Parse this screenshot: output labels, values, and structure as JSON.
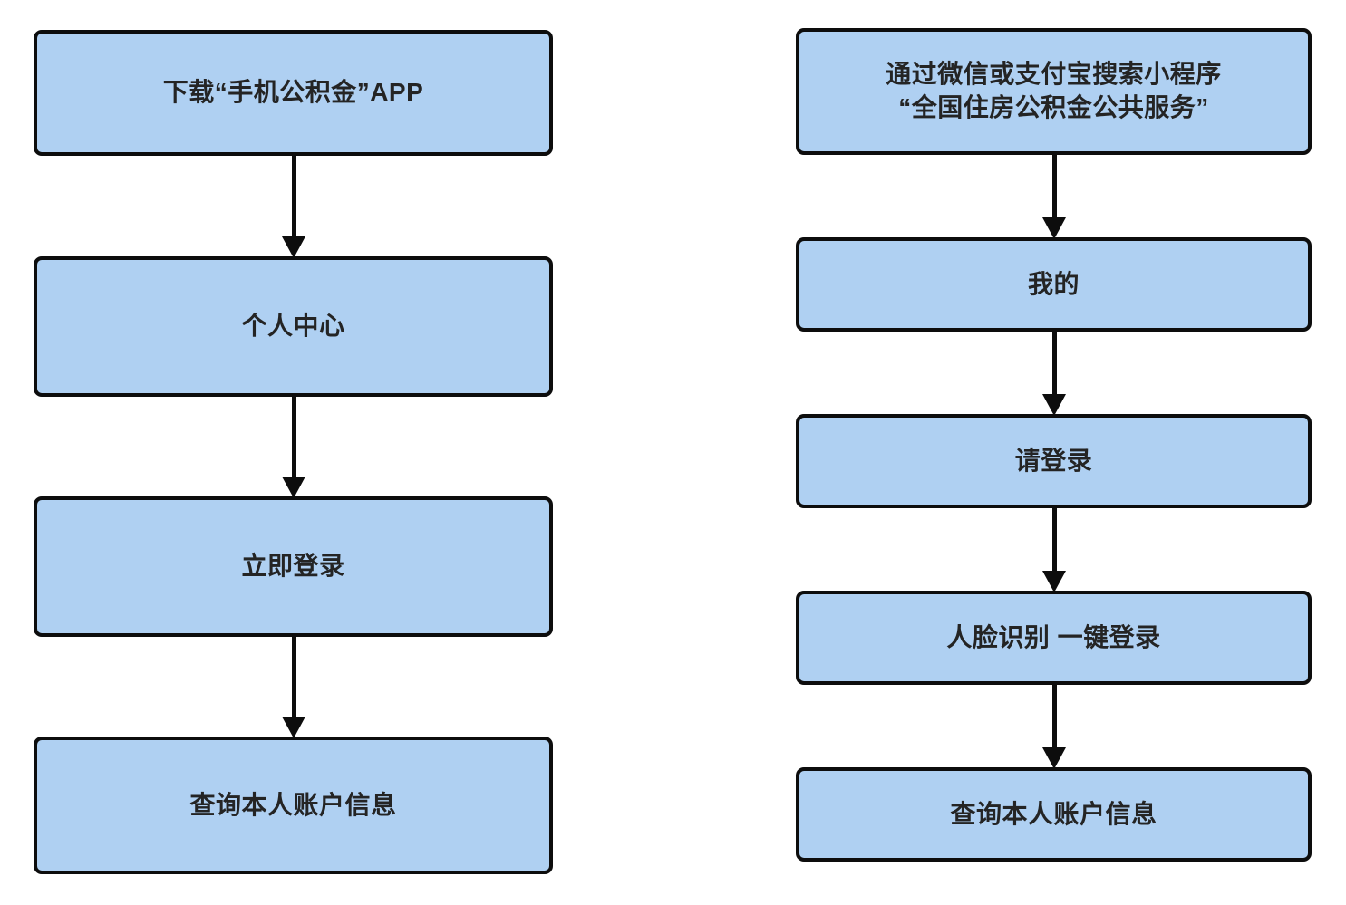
{
  "diagram": {
    "type": "flowchart",
    "orientation": "two parallel vertical flows",
    "colors": {
      "node_fill": "#AFD0F2",
      "node_border": "#0D0D0D",
      "text": "#242424",
      "background": "#FFFFFF",
      "arrow": "#0D0D0D"
    },
    "columns": [
      {
        "id": "left",
        "name": "mobile-app-flow",
        "nodes": [
          {
            "id": "l0",
            "label": "下载“手机公积金”APP"
          },
          {
            "id": "l1",
            "label": "个人中心"
          },
          {
            "id": "l2",
            "label": "立即登录"
          },
          {
            "id": "l3",
            "label": "查询本人账户信息"
          }
        ],
        "connectors": [
          {
            "id": "conn-l0",
            "from": "l0",
            "to": "l1",
            "direction": "down"
          },
          {
            "id": "conn-l1",
            "from": "l1",
            "to": "l2",
            "direction": "down"
          },
          {
            "id": "conn-l2",
            "from": "l2",
            "to": "l3",
            "direction": "down"
          }
        ]
      },
      {
        "id": "right",
        "name": "mini-program-flow",
        "nodes": [
          {
            "id": "r0",
            "label": "通过微信或支付宝搜索小程序\n“全国住房公积金公共服务”"
          },
          {
            "id": "r1",
            "label": "我的"
          },
          {
            "id": "r2",
            "label": "请登录"
          },
          {
            "id": "r3",
            "label": "人脸识别 一键登录"
          },
          {
            "id": "r4",
            "label": "查询本人账户信息"
          }
        ],
        "connectors": [
          {
            "id": "conn-r0",
            "from": "r0",
            "to": "r1",
            "direction": "down"
          },
          {
            "id": "conn-r1",
            "from": "r1",
            "to": "r2",
            "direction": "down"
          },
          {
            "id": "conn-r2",
            "from": "r2",
            "to": "r3",
            "direction": "down"
          },
          {
            "id": "conn-r3",
            "from": "r3",
            "to": "r4",
            "direction": "down"
          }
        ]
      }
    ]
  }
}
